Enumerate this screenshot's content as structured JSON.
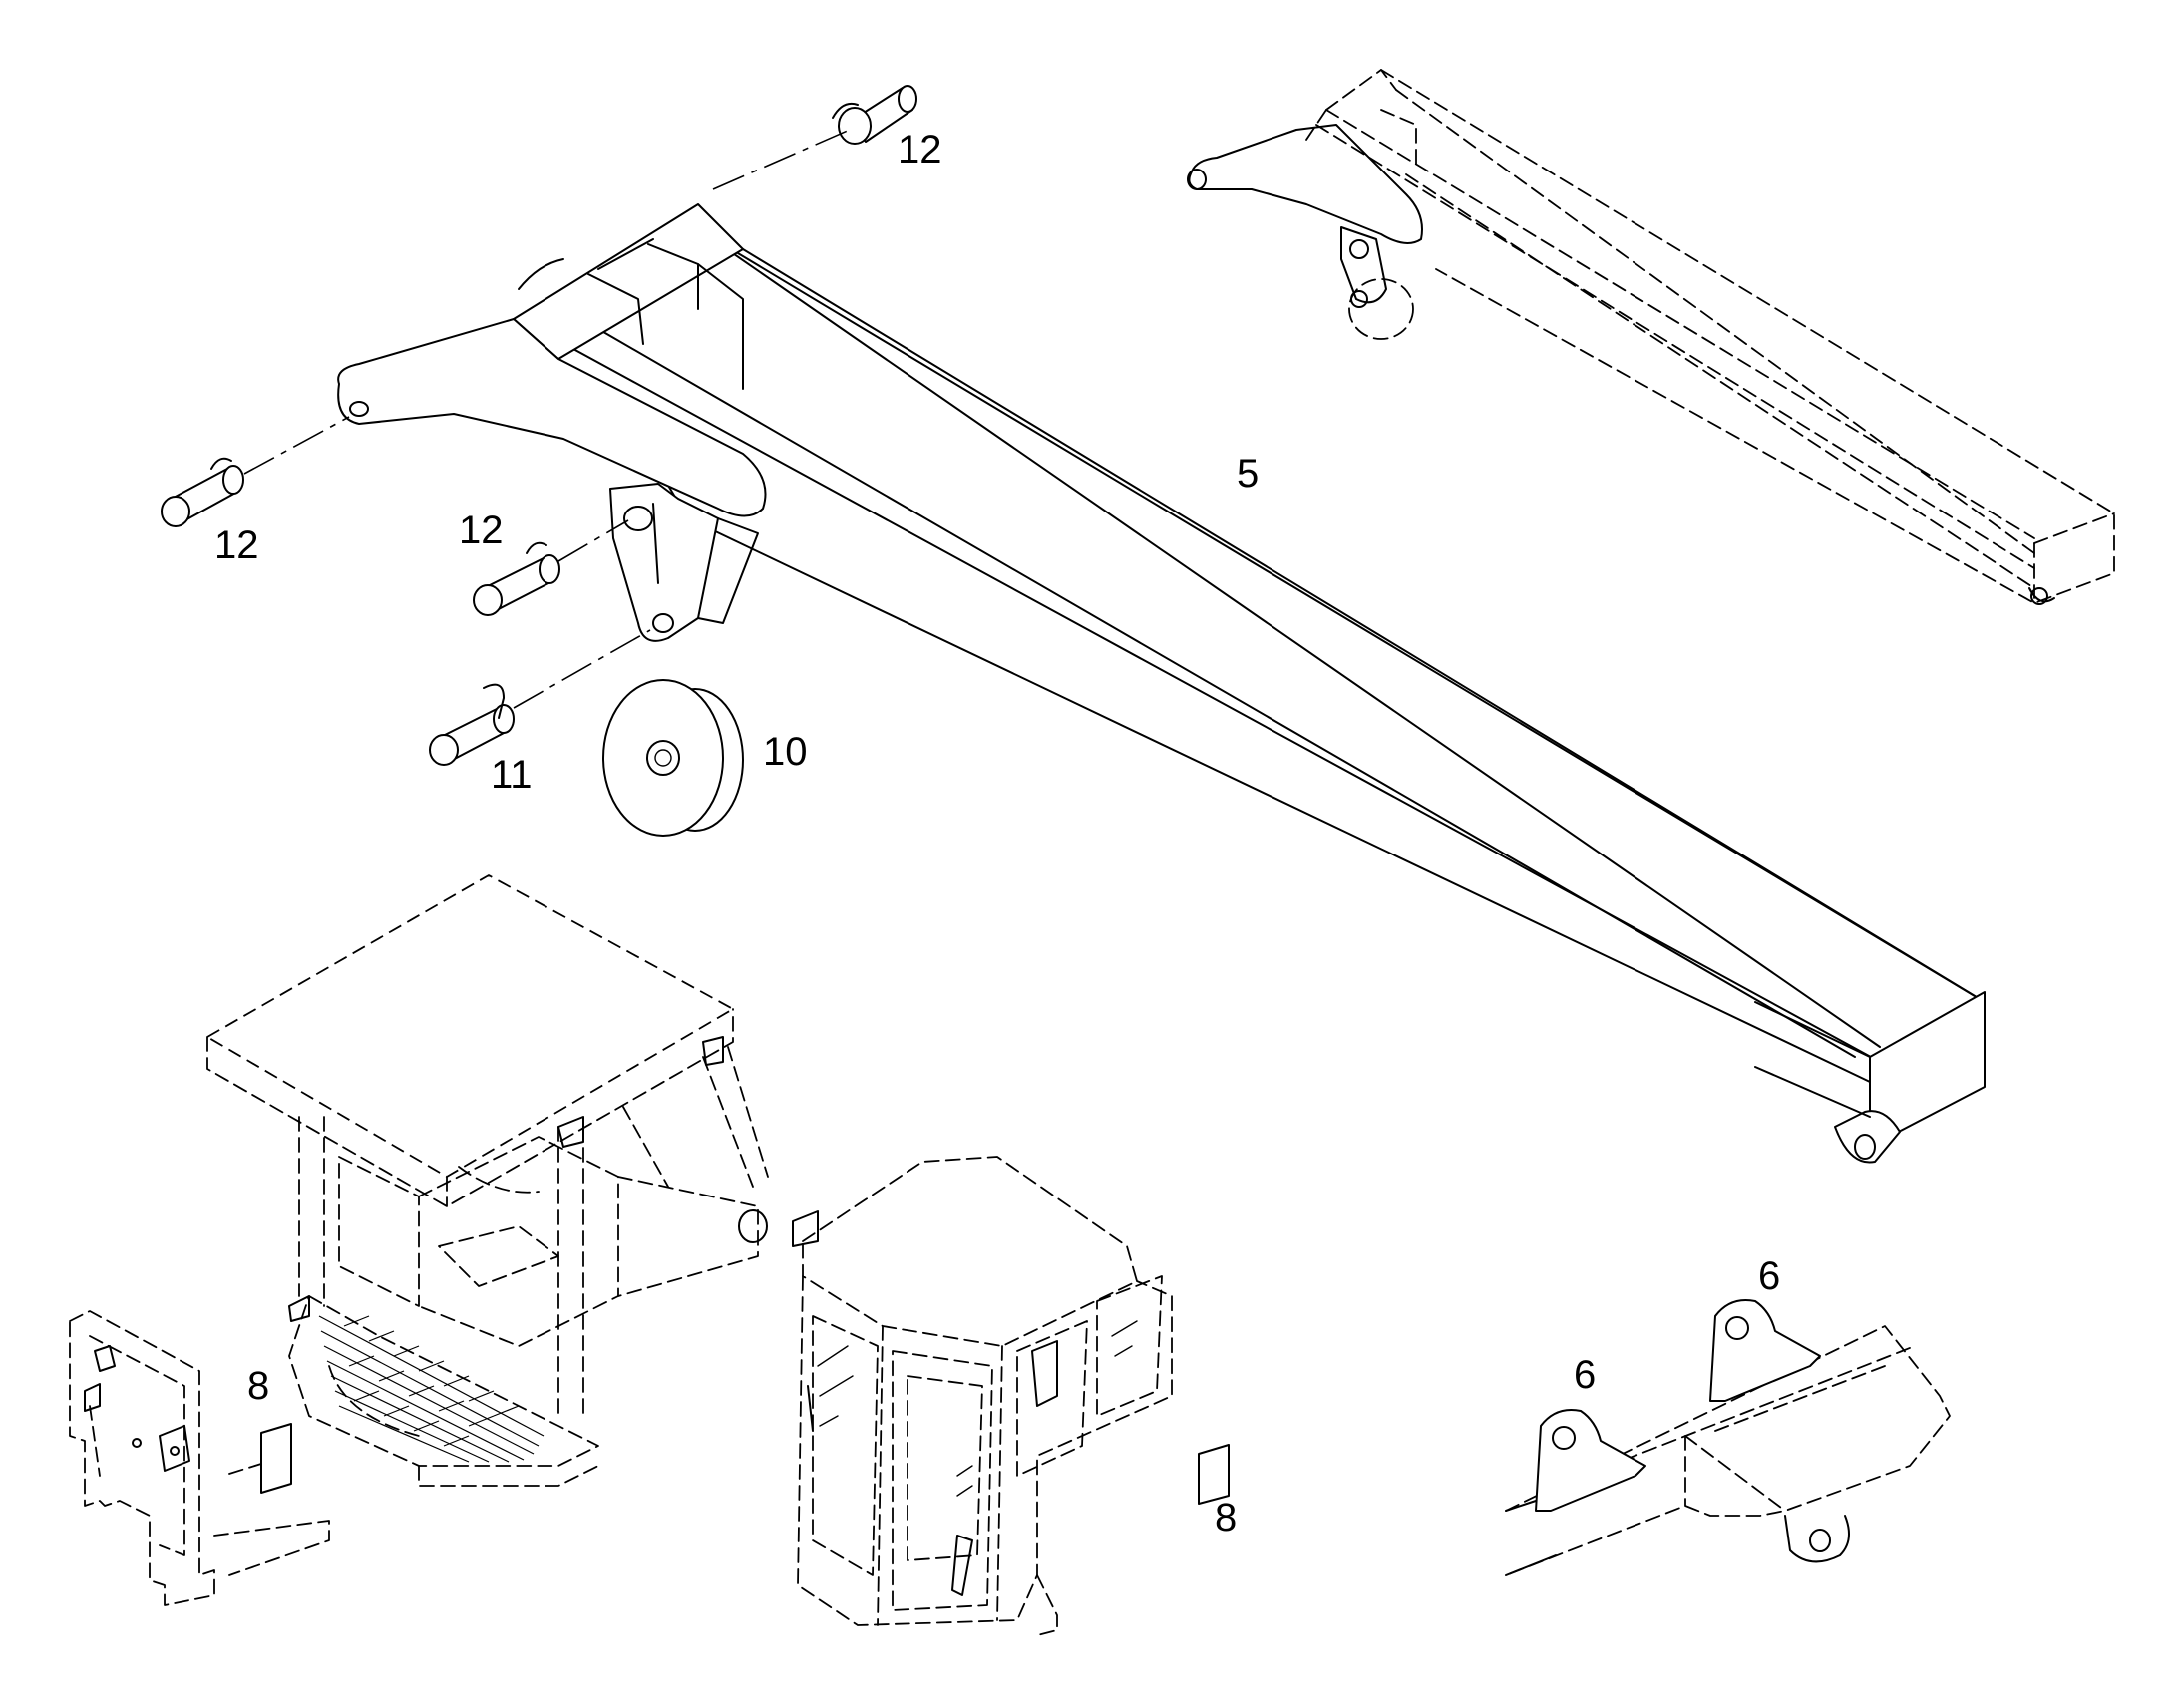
{
  "callouts": [
    {
      "id": "c12a",
      "label": "12"
    },
    {
      "id": "c12b",
      "label": "12"
    },
    {
      "id": "c12c",
      "label": "12"
    },
    {
      "id": "c5",
      "label": "5"
    },
    {
      "id": "c11",
      "label": "11"
    },
    {
      "id": "c10",
      "label": "10"
    },
    {
      "id": "c8a",
      "label": "8"
    },
    {
      "id": "c8b",
      "label": "8"
    },
    {
      "id": "c6a",
      "label": "6"
    },
    {
      "id": "c6b",
      "label": "6"
    }
  ]
}
